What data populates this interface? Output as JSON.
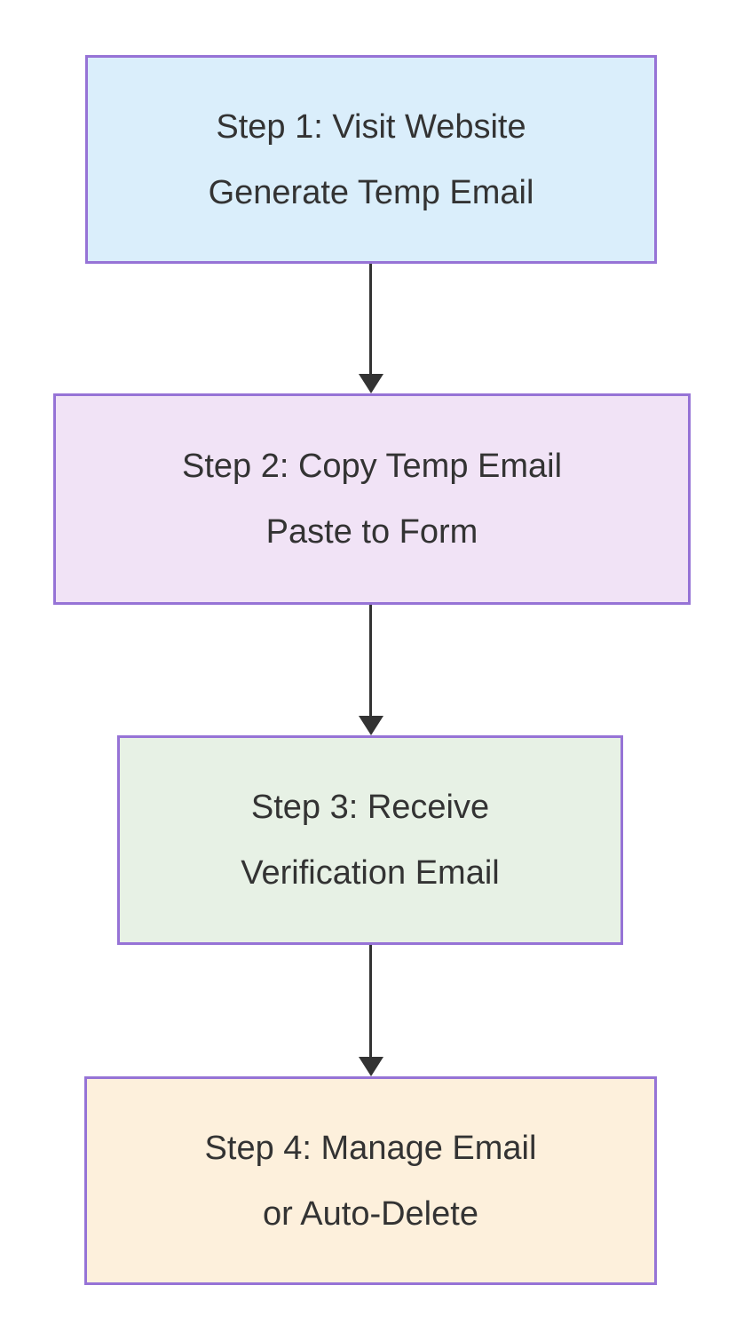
{
  "diagram": {
    "type": "flowchart",
    "direction": "top-down",
    "background_color": "#ffffff",
    "node_border_color": "#9673d6",
    "arrow_color": "#333333",
    "text_color": "#333333",
    "nodes": [
      {
        "id": "step1",
        "lines": [
          "Step 1: Visit Website",
          "Generate Temp Email"
        ],
        "fill": "#daeefb"
      },
      {
        "id": "step2",
        "lines": [
          "Step 2: Copy Temp Email",
          "Paste to Form"
        ],
        "fill": "#f1e3f6"
      },
      {
        "id": "step3",
        "lines": [
          "Step 3: Receive",
          "Verification Email"
        ],
        "fill": "#e7f1e5"
      },
      {
        "id": "step4",
        "lines": [
          "Step 4: Manage Email",
          "or Auto-Delete"
        ],
        "fill": "#fdf0dc"
      }
    ],
    "edges": [
      {
        "from": "step1",
        "to": "step2",
        "style": "solid-arrow"
      },
      {
        "from": "step2",
        "to": "step3",
        "style": "solid-arrow"
      },
      {
        "from": "step3",
        "to": "step4",
        "style": "solid-arrow"
      }
    ]
  }
}
